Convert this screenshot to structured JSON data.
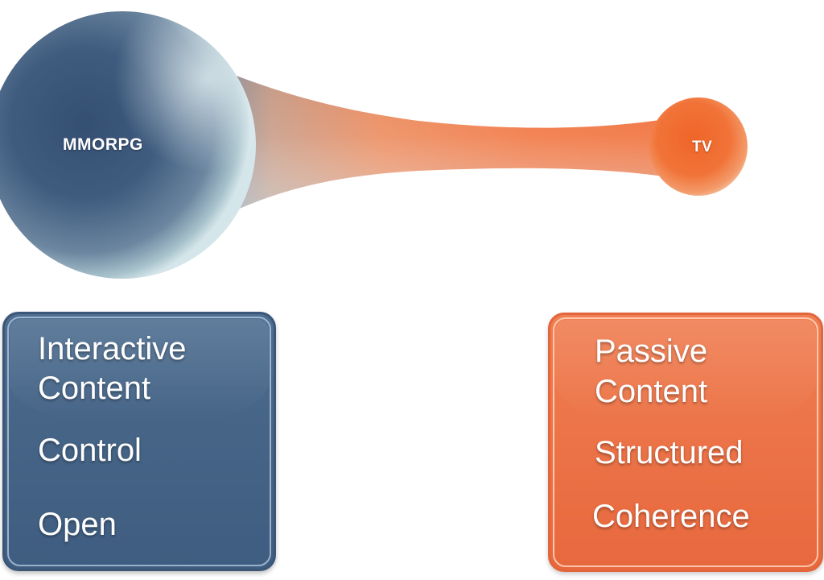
{
  "diagram": {
    "left_bubble": {
      "label": "MMORPG",
      "color": "#3e5a7d"
    },
    "right_bubble": {
      "label": "TV",
      "color": "#ee6a35"
    }
  },
  "left_box": {
    "color": "#456487",
    "lines": [
      "Interactive",
      "Content",
      "Control",
      "Open"
    ]
  },
  "right_box": {
    "color": "#ec7246",
    "lines": [
      "Passive",
      "Content",
      "Structured",
      "Coherence"
    ]
  }
}
